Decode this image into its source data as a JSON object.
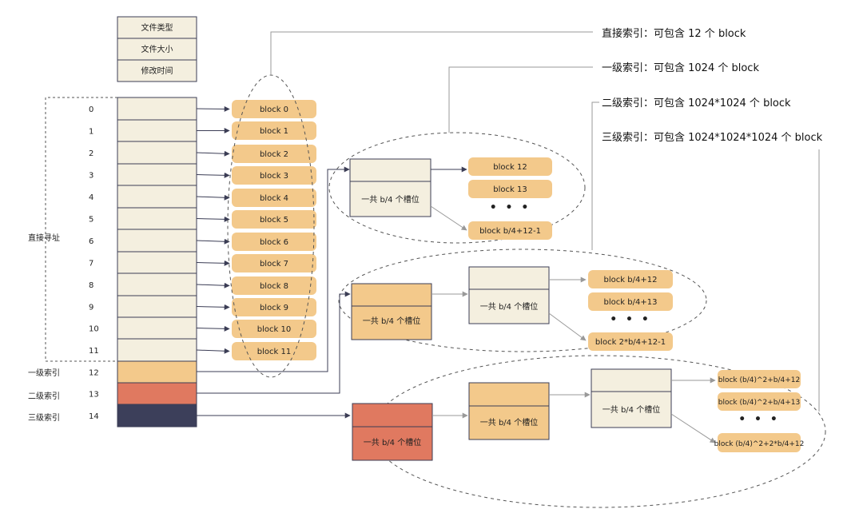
{
  "colors": {
    "cream": "#f4efdf",
    "orange": "#f3c98b",
    "red": "#e07960",
    "navy": "#3c3f5a",
    "stroke": "#3b3d55"
  },
  "header_fields": [
    "文件类型",
    "文件大小",
    "修改时间"
  ],
  "inode": {
    "rows": [
      "0",
      "1",
      "2",
      "3",
      "4",
      "5",
      "6",
      "7",
      "8",
      "9",
      "10",
      "11",
      "12",
      "13",
      "14"
    ],
    "direct_label": "直接寻址",
    "single_label": "一级索引",
    "double_label": "二级索引",
    "triple_label": "三级索引"
  },
  "direct_blocks": [
    "block 0",
    "block 1",
    "block 2",
    "block 3",
    "block 4",
    "block 5",
    "block 6",
    "block 7",
    "block 8",
    "block 9",
    "block 10",
    "block 11"
  ],
  "slot_label": "一共 b/4 个槽位",
  "ellipsis": "• • •",
  "single_blocks": [
    "block 12",
    "block 13",
    "block b/4+12-1"
  ],
  "double_blocks": [
    "block b/4+12",
    "block b/4+13",
    "block 2*b/4+12-1"
  ],
  "triple_blocks": [
    "block (b/4)^2+b/4+12",
    "block (b/4)^2+b/4+13",
    "block (b/4)^2+2*b/4+12"
  ],
  "legend": [
    "直接索引：可包含 12 个 block",
    "一级索引：可包含 1024 个 block",
    "二级索引：可包含 1024*1024 个 block",
    "三级索引：可包含 1024*1024*1024 个 block"
  ]
}
